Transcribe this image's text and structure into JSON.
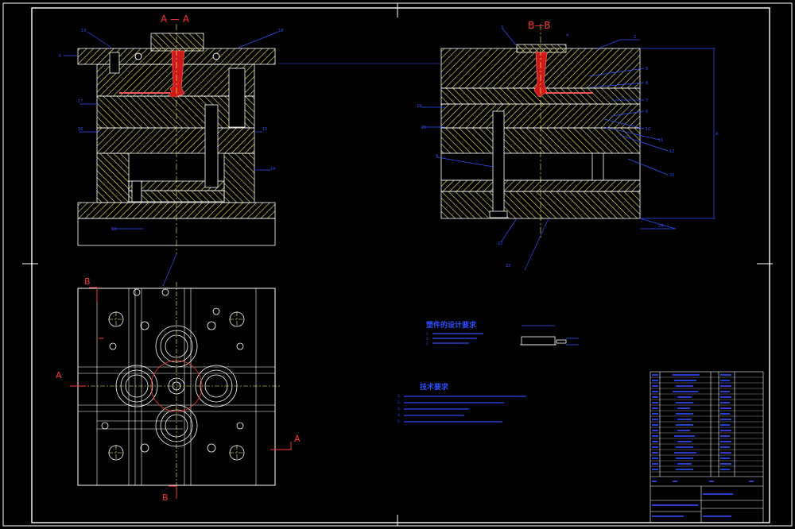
{
  "section_labels": {
    "aa_title": "A — A",
    "bb_title": "B—B",
    "b_top": "B",
    "b_bottom": "B",
    "a_left": "A",
    "a_right": "A"
  },
  "notes": {
    "part_requirements_title": "塑件的设计要求",
    "part_requirements_items": [
      "1.",
      "2.",
      "3."
    ],
    "tech_requirements_title": "技术要求",
    "tech_requirements_items": [
      "1.",
      "2.",
      "3.",
      "4.",
      "5."
    ]
  },
  "colors": {
    "background": "#000000",
    "frame": "#ffffff",
    "hatch": "#ffff66",
    "leader": "#2f4fff",
    "text": "#2f4fff",
    "section_red": "#ff3333",
    "sprue_fill": "#cc1a1a"
  }
}
